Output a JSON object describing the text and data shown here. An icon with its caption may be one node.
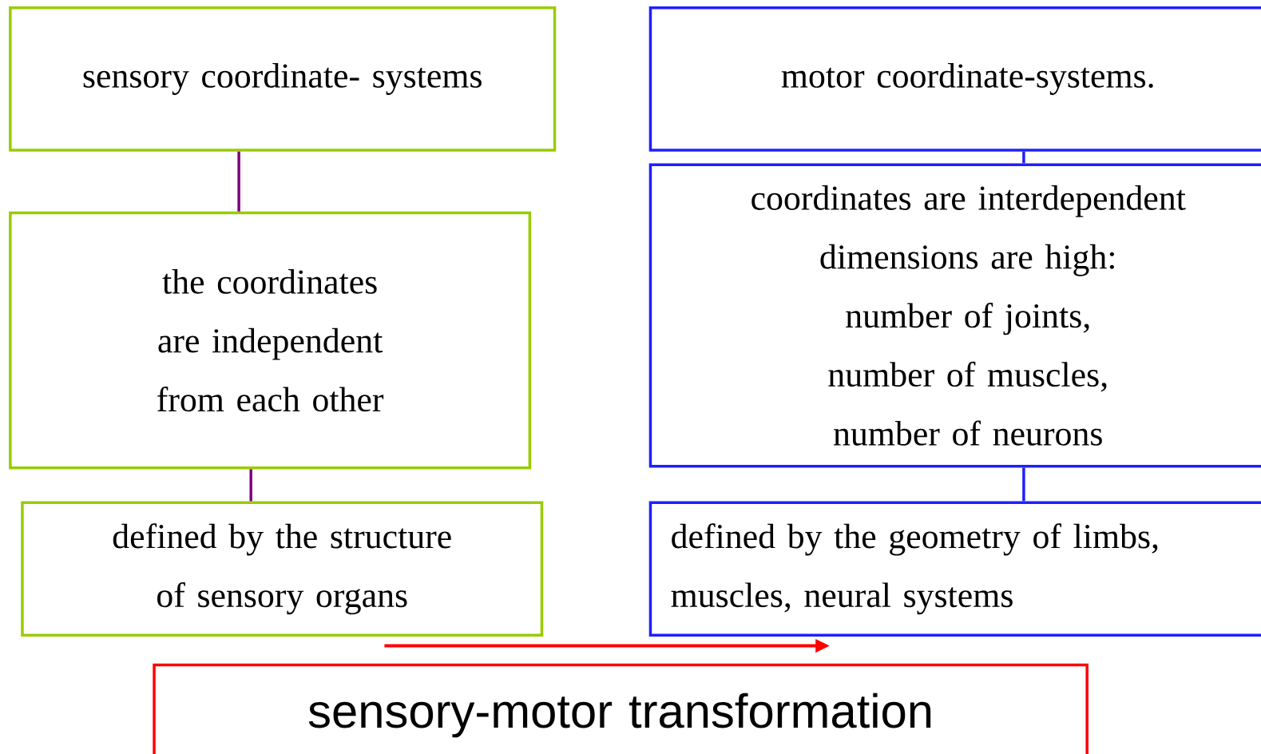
{
  "diagram": {
    "nodes": [
      {
        "text": [
          "sensory coordinate- systems"
        ]
      },
      {
        "text": [
          "the coordinates are independent from each other"
        ]
      },
      {
        "text": [
          "defined by the structure of sensory organs"
        ]
      },
      {
        "text": [
          "motor coordinate-systems."
        ]
      },
      {
        "text": [
          "coordinates are interdependent",
          "dimensions are high:",
          "number of joints,",
          "number of muscles,",
          "number of neurons"
        ]
      },
      {
        "text": [
          "defined by the geometry of limbs, muscles, neural systems"
        ]
      },
      {
        "text": [
          "sensory-motor transformation"
        ]
      }
    ],
    "edges": [
      {
        "from": 0,
        "to": 1,
        "arrow": "none",
        "color": "#800080"
      },
      {
        "from": 1,
        "to": 2,
        "arrow": "none",
        "color": "#800080"
      },
      {
        "from": 3,
        "to": 4,
        "arrow": "none",
        "color": "#1f1fff"
      },
      {
        "from": 4,
        "to": 5,
        "arrow": "none",
        "color": "#1f1fff"
      }
    ]
  }
}
